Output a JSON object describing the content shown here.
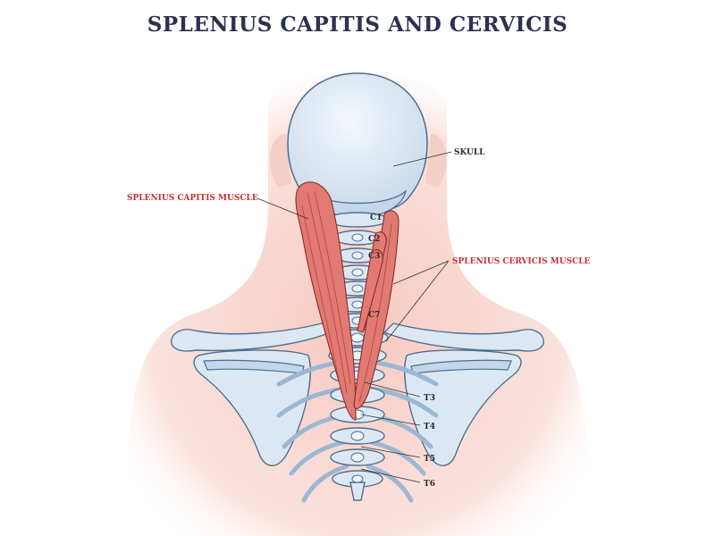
{
  "title": "SPLENIUS CAPITIS AND CERVICIS",
  "labels": {
    "skull": "SKULL",
    "splenius_capitis": "SPLENIUS CAPITIS MUSCLE",
    "splenius_cervicis": "SPLENIUS CERVICIS MUSCLE",
    "c1": "C1",
    "c2": "C2",
    "c3": "C3",
    "c7": "C7",
    "t3": "T3",
    "t4": "T4",
    "t5": "T5",
    "t6": "T6"
  },
  "colors": {
    "title": "#2c3150",
    "muscle_label": "#c4302f",
    "bone": "#dbe8f4",
    "muscle": "#e07a72",
    "skin_glow": "#f6d3cc"
  }
}
